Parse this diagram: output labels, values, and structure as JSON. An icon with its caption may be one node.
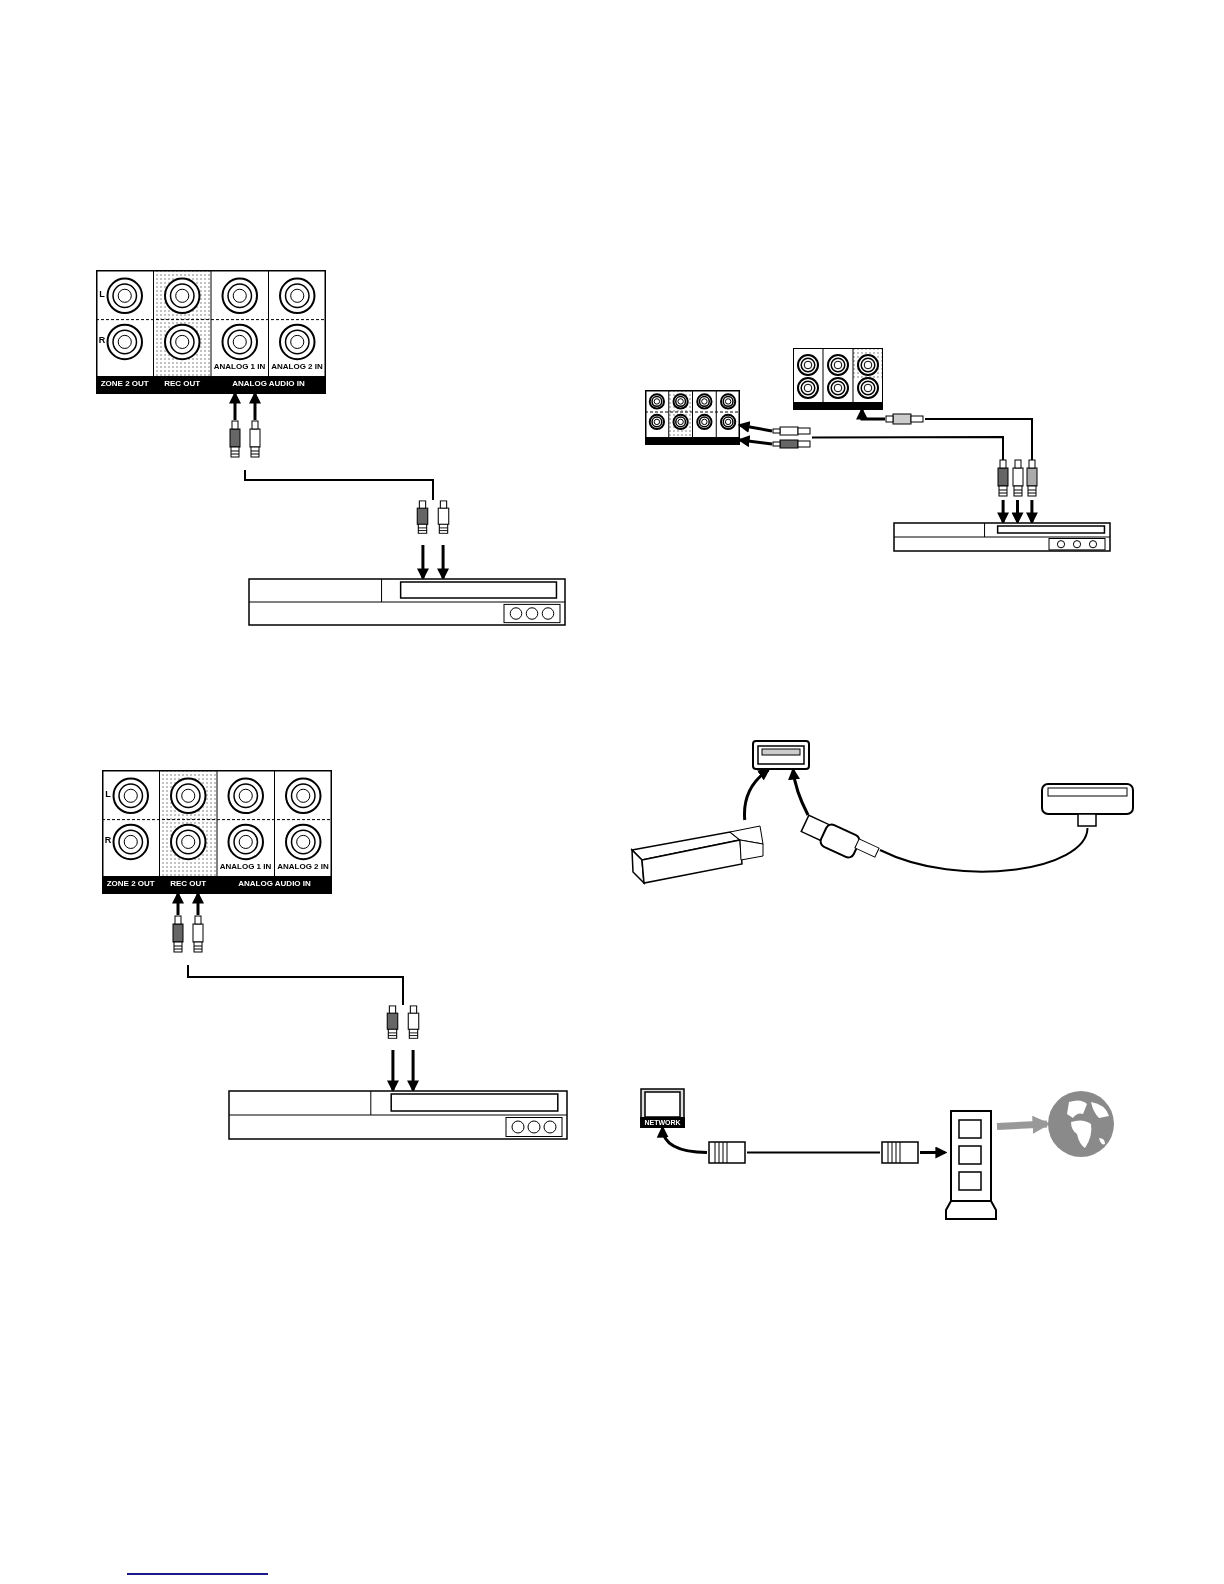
{
  "diagram": {
    "nodes": [
      {
        "text": [
          "L",
          "R",
          "ANALOG 1 IN",
          "ANALOG 2 IN",
          "ZONE 2 OUT",
          "REC OUT",
          "ANALOG AUDIO IN"
        ]
      },
      {
        "text": [],
        "shape": "plug"
      },
      {
        "text": [],
        "shape": "plug"
      },
      {
        "text": [],
        "shape": "box"
      },
      {
        "text": [
          "L",
          "R",
          "ANALOG 1 IN",
          "ANALOG 2 IN",
          "ZONE 2 OUT",
          "REC OUT",
          "ANALOG AUDIO IN"
        ]
      },
      {
        "text": [],
        "shape": "plug"
      },
      {
        "text": [],
        "shape": "plug"
      },
      {
        "text": [],
        "shape": "box"
      },
      {
        "text": [],
        "shape": "box"
      },
      {
        "text": [],
        "shape": "box"
      },
      {
        "text": [],
        "shape": "plug"
      },
      {
        "text": [],
        "shape": "plug"
      },
      {
        "text": [],
        "shape": "plug"
      },
      {
        "text": [],
        "shape": "box"
      },
      {
        "text": [],
        "shape": "box"
      },
      {
        "text": [],
        "shape": "box"
      },
      {
        "text": [],
        "shape": "plug"
      },
      {
        "text": [],
        "shape": "plug"
      },
      {
        "text": [
          "NETWORK"
        ]
      },
      {
        "text": [],
        "shape": "plug"
      },
      {
        "text": [],
        "shape": "plug"
      },
      {
        "text": [],
        "shape": "box"
      },
      {
        "text": [],
        "shape": "circle"
      }
    ],
    "edges": [
      {
        "from": 1,
        "to": 0,
        "arrow": "to"
      },
      {
        "from": 1,
        "to": 0,
        "arrow": "to"
      },
      {
        "from": 1,
        "to": 2,
        "arrow": "none"
      },
      {
        "from": 2,
        "to": 3,
        "arrow": "to"
      },
      {
        "from": 2,
        "to": 3,
        "arrow": "to"
      },
      {
        "from": 5,
        "to": 4,
        "arrow": "to"
      },
      {
        "from": 5,
        "to": 4,
        "arrow": "to"
      },
      {
        "from": 5,
        "to": 6,
        "arrow": "none"
      },
      {
        "from": 6,
        "to": 7,
        "arrow": "to"
      },
      {
        "from": 6,
        "to": 7,
        "arrow": "to"
      },
      {
        "from": 10,
        "to": 8,
        "arrow": "to"
      },
      {
        "from": 10,
        "to": 8,
        "arrow": "to"
      },
      {
        "from": 11,
        "to": 9,
        "arrow": "to"
      },
      {
        "from": 10,
        "to": 12,
        "arrow": "none"
      },
      {
        "from": 11,
        "to": 12,
        "arrow": "none"
      },
      {
        "from": 12,
        "to": 13,
        "arrow": "to"
      },
      {
        "from": 12,
        "to": 13,
        "arrow": "to"
      },
      {
        "from": 12,
        "to": 13,
        "arrow": "to"
      },
      {
        "from": 15,
        "to": 14,
        "arrow": "to"
      },
      {
        "from": 16,
        "to": 14,
        "arrow": "to"
      },
      {
        "from": 16,
        "to": 17,
        "arrow": "none"
      },
      {
        "from": 19,
        "to": 18,
        "arrow": "to"
      },
      {
        "from": 19,
        "to": 20,
        "arrow": "none"
      },
      {
        "from": 20,
        "to": 21,
        "arrow": "to"
      },
      {
        "from": 21,
        "to": 22,
        "arrow": "to",
        "style": "thick",
        "color": "#999999"
      }
    ]
  }
}
